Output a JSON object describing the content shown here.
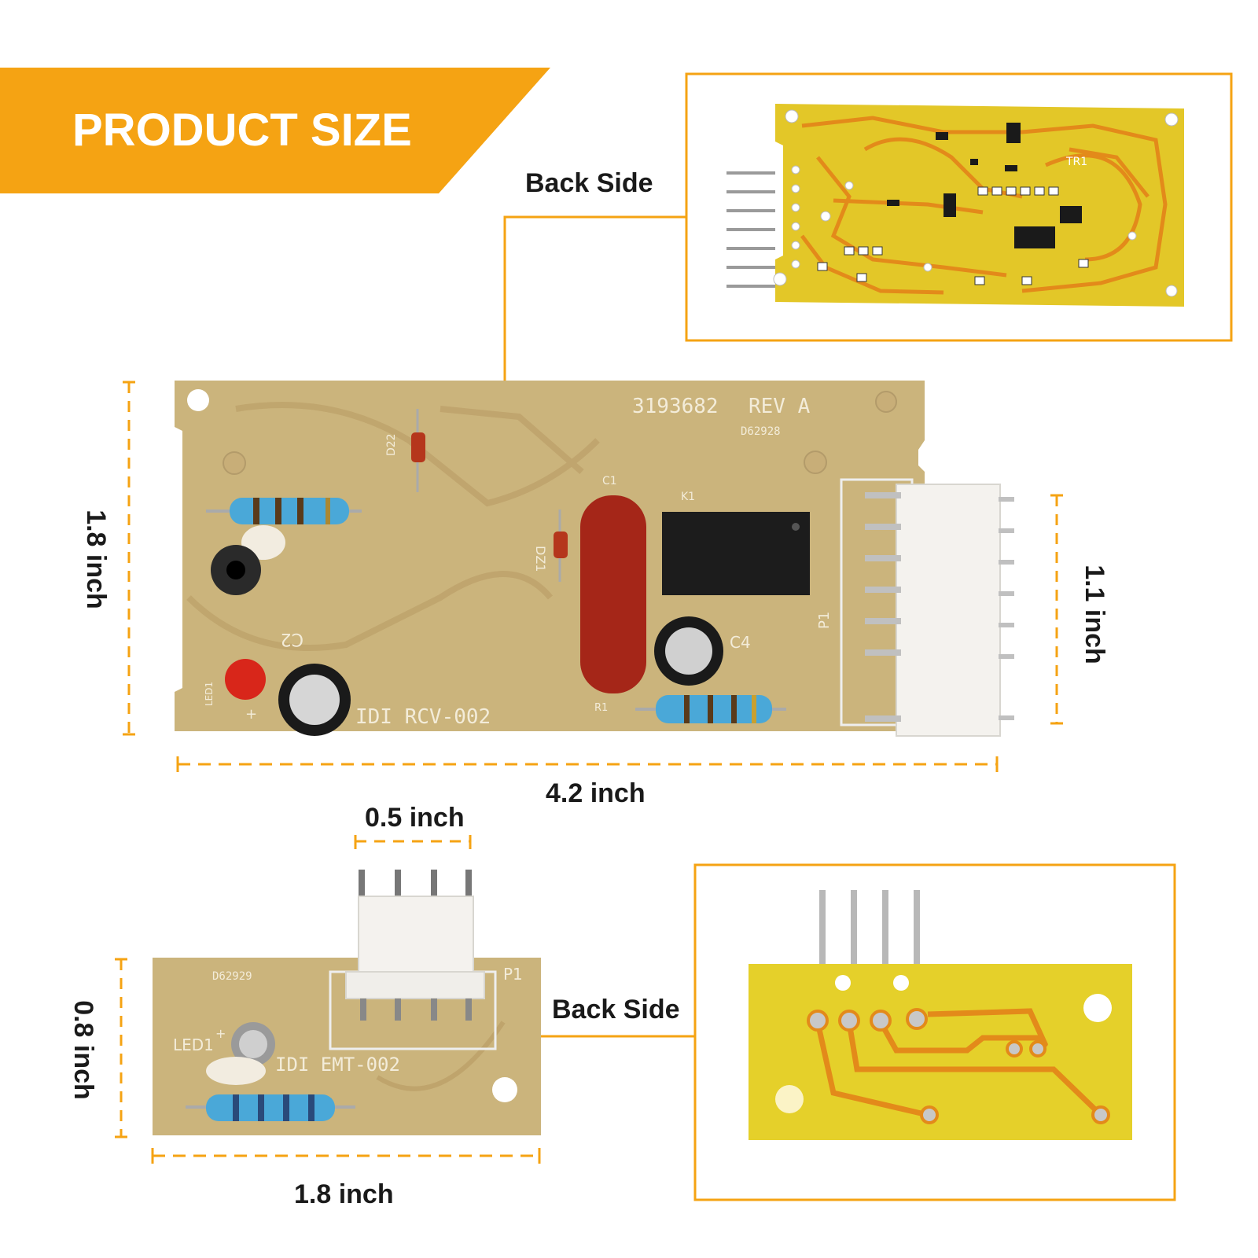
{
  "banner": {
    "title": "PRODUCT SIZE",
    "color": "#f5a313"
  },
  "accent_color": "#f5a313",
  "main_board": {
    "part_number": "3193682",
    "revision": "REV  A",
    "code": "D62928",
    "model": "IDI RCV-002",
    "labels": {
      "d22": "D22",
      "d21": "DZ1",
      "c1": "C1",
      "k1": "K1",
      "c2": "C2",
      "c4": "C4",
      "r1": "R1",
      "p1": "P1",
      "led": "LED1",
      "plus": "+"
    },
    "width_label": "4.2 inch",
    "height_label": "1.8 inch",
    "connector_label": "1.1 inch"
  },
  "small_board": {
    "code": "D62929",
    "model": "IDI EMT-002",
    "labels": {
      "p1": "P1",
      "led": "LED1",
      "plus": "+"
    },
    "width_label": "1.8 inch",
    "height_label": "0.8 inch",
    "connector_label": "0.5 inch"
  },
  "back_side_labels": [
    "Back Side",
    "Back Side"
  ],
  "back_board_labels": {
    "tr1": "TR1"
  }
}
